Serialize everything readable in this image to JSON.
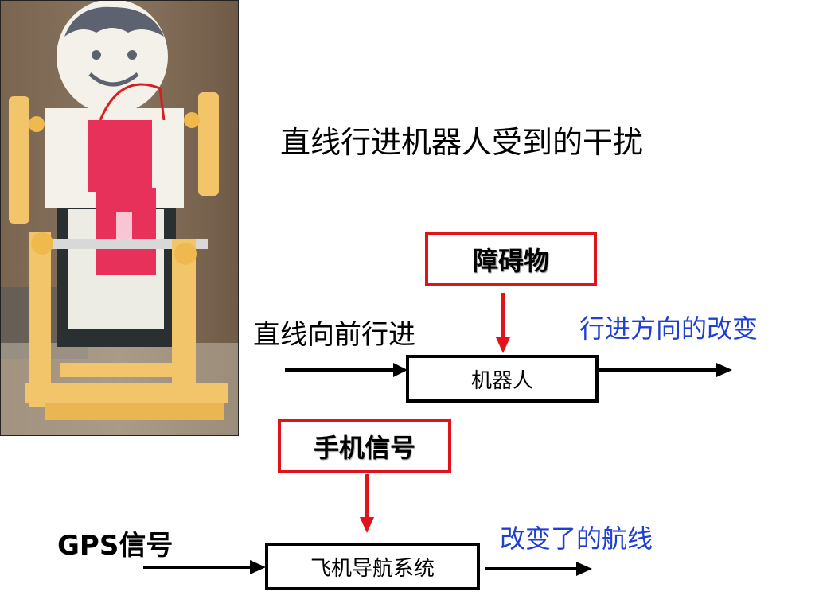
{
  "slide": {
    "title": "直线行进机器人受到的干扰"
  },
  "diagram1": {
    "disturbance": "障碍物",
    "input_label": "直线向前行进",
    "system": "机器人",
    "output_label": "行进方向的改变"
  },
  "diagram2": {
    "disturbance": "手机信号",
    "input_label": "GPS信号",
    "system": "飞机导航系统",
    "output_label": "改变了的航线"
  },
  "colors": {
    "disturbance_border": "#e0121a",
    "output_text": "#1f3fd1",
    "arrow_red": "#e0121a",
    "arrow_black": "#000000"
  },
  "icons": {
    "photo": "walking-robot-photo"
  }
}
